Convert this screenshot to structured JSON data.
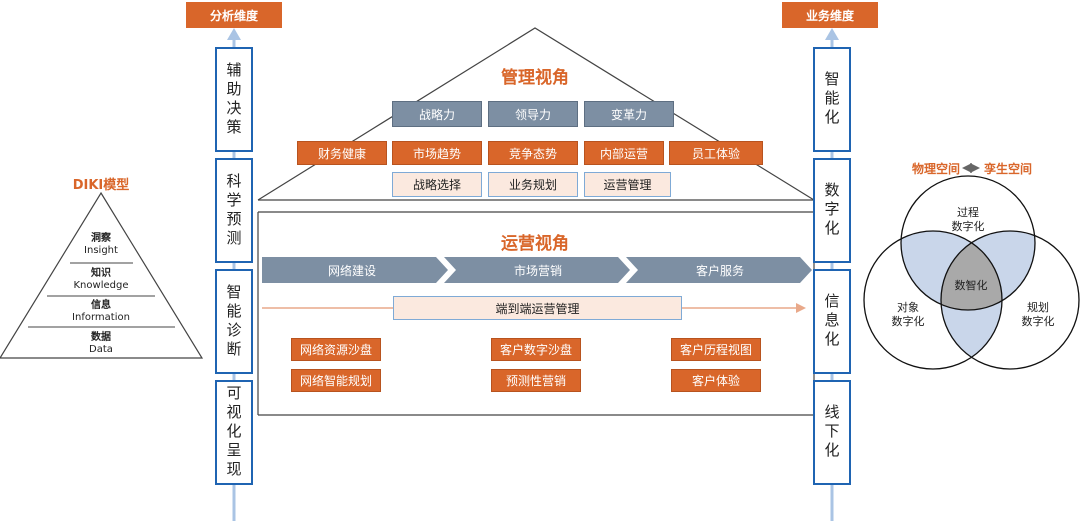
{
  "headers": {
    "left": "分析维度",
    "right": "业务维度"
  },
  "left_column": [
    "辅助决策",
    "科学预测",
    "智能诊断",
    "可视化呈现"
  ],
  "right_column": [
    "智能化",
    "数字化",
    "信息化",
    "线下化"
  ],
  "management": {
    "title": "管理视角",
    "row1": [
      "战略力",
      "领导力",
      "变革力"
    ],
    "row2": [
      "财务健康",
      "市场趋势",
      "竞争态势",
      "内部运营",
      "员工体验"
    ],
    "row3": [
      "战略选择",
      "业务规划",
      "运营管理"
    ]
  },
  "operations": {
    "title": "运营视角",
    "flow": [
      "网络建设",
      "市场营销",
      "客户服务"
    ],
    "end_to_end": "端到端运营管理",
    "boxes": [
      [
        "网络资源沙盘",
        "客户数字沙盘",
        "客户历程视图"
      ],
      [
        "网络智能规划",
        "预测性营销",
        "客户体验"
      ]
    ]
  },
  "diki": {
    "title": "DIKI模型",
    "levels": [
      {
        "cn": "洞察",
        "en": "Insight"
      },
      {
        "cn": "知识",
        "en": "Knowledge"
      },
      {
        "cn": "信息",
        "en": "Information"
      },
      {
        "cn": "数据",
        "en": "Data"
      }
    ]
  },
  "venn": {
    "title_left": "物理空间",
    "title_right": "孪生空间",
    "top": "过程\n数字化",
    "left": "对象\n数字化",
    "right": "规划\n数字化",
    "center": "数智化"
  },
  "colors": {
    "orange": "#d9662a",
    "blue": "#1f64b2",
    "gray": "#7d8fa3",
    "light": "#fbe9df",
    "venn_fill": "#c9d6ea"
  }
}
